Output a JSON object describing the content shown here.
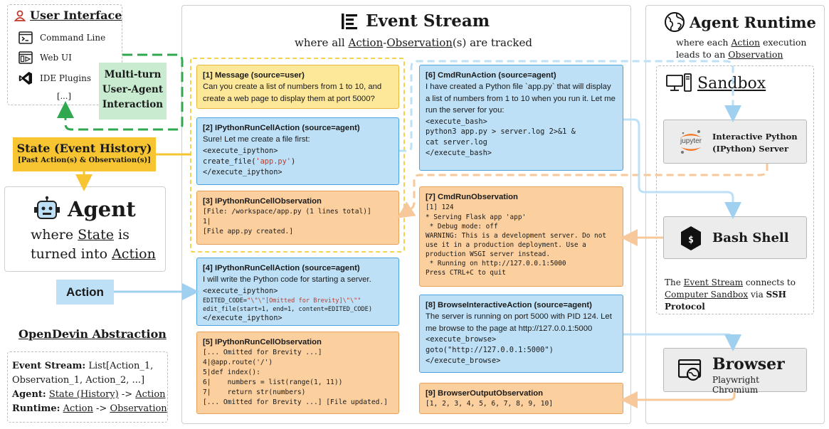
{
  "user_interface": {
    "title": "User Interface",
    "items": [
      {
        "icon": "terminal-icon",
        "label": "Command Line"
      },
      {
        "icon": "web-ui-icon",
        "label": "Web UI"
      },
      {
        "icon": "vscode-icon",
        "label": "IDE Plugins"
      }
    ],
    "more": "[...]"
  },
  "multi_turn": {
    "line1": "Multi-turn",
    "line2": "User-Agent",
    "line3": "Interaction"
  },
  "state": {
    "title": "State (Event History)",
    "subtitle": "[Past Action(s) & Observation(s)]"
  },
  "agent": {
    "title": "Agent",
    "line1_a": "where ",
    "line1_b": "State",
    "line1_c": " is",
    "line2_a": "turned into ",
    "line2_b": "Action"
  },
  "action_label": "Action",
  "abstraction": {
    "title": "OpenDevin Abstraction",
    "l1_key": "Event Stream:",
    "l1_val": " List[Action_1,",
    "l2": "Observation_1, Action_2, ...]",
    "l3_key": "Agent:",
    "l3_a": "State (History)",
    "l3_b": " -> ",
    "l3_c": "Action",
    "l4_key": "Runtime:",
    "l4_a": "Action",
    "l4_b": " -> ",
    "l4_c": "Observation"
  },
  "event_stream": {
    "title": "Event Stream",
    "sub_a": "where all ",
    "sub_b": "Action",
    "sub_c": "-",
    "sub_d": "Observation",
    "sub_e": "(s) are tracked"
  },
  "events": {
    "e1": {
      "title": "[1] Message (source=user)",
      "text": "Can you create a list of numbers from 1 to 10, and create a web page to display them at port 5000?"
    },
    "e2": {
      "title": "[2] IPythonRunCellAction (source=agent)",
      "text": "Sure! Let me create a file first:",
      "c1": "<execute_ipython>",
      "c2a": "create_file(",
      "c2b": "'app.py'",
      "c2c": ")",
      "c3": "</execute_ipython>"
    },
    "e3": {
      "title": "[3] IPythonRunCellObservation",
      "c1": "[File: /workspace/app.py (1 lines total)]",
      "c2": "1|",
      "c3": "[File app.py created.]"
    },
    "e4": {
      "title": "[4] IPythonRunCellAction (source=agent)",
      "text": "I will write the Python code for starting a server.",
      "c1": "<execute_ipython>",
      "c2a": "EDITED_CODE=",
      "c2b": "\"\\\"\\\"[Omitted for Brevity]\\\"\\\"\"",
      "c3": "edit_file(start=1, end=1, content=EDITED_CODE)",
      "c4": "</execute_ipython>"
    },
    "e5": {
      "title": "[5] IPythonRunCellObservation",
      "c1": "[... Omitted for Brevity ...]",
      "c2": "4|@app.route('/')",
      "c3": "5|def index():",
      "c4": "6|    numbers = list(range(1, 11))",
      "c5": "7|    return str(numbers)",
      "c6": "[... Omitted for Brevity ...] [File updated.]"
    },
    "e6": {
      "title": "[6] CmdRunAction (source=agent)",
      "text": "I have created a Python file `app.py` that will display a list of numbers from 1 to 10 when you run it. Let me run the server for you:",
      "c1": "<execute_bash>",
      "c2": "python3 app.py > server.log 2>&1 &",
      "c3": "cat server.log",
      "c4": "</execute_bash>"
    },
    "e7": {
      "title": "[7] CmdRunObservation",
      "c1": "[1] 124",
      "c2": "* Serving Flask app 'app'",
      "c3": " * Debug mode: off",
      "c4": "WARNING: This is a development server. Do not",
      "c5": "use it in a production deployment. Use a",
      "c6": "production WSGI server instead.",
      "c7": " * Running on http://127.0.0.1:5000",
      "c8": "Press CTRL+C to quit"
    },
    "e8": {
      "title": "[8] BrowseInteractiveAction (source=agent)",
      "text": "The server is running on port 5000 with PID 124. Let me browse to the page at http://127.0.0.1:5000",
      "c1": "<execute_browse>",
      "c2": "goto(\"http://127.0.0.1:5000\")",
      "c3": "</execute_browse>"
    },
    "e9": {
      "title": "[9] BrowserOutputObservation",
      "c1": "[1, 2, 3, 4, 5, 6, 7, 8, 9, 10]"
    }
  },
  "runtime": {
    "title": "Agent Runtime",
    "sub_a": "where each ",
    "sub_b": "Action",
    "sub_c": " execution",
    "sub2_a": "leads to an ",
    "sub2_b": "Observation",
    "sandbox": "Sandbox",
    "jupyter_word": "jupyter",
    "ipython_l1": "Interactive Python",
    "ipython_l2": "(IPython) Server",
    "bash": "Bash Shell",
    "note_a": "The ",
    "note_b": "Event Stream",
    "note_c": " connects to",
    "note_d": "Computer Sandbox",
    "note_e": " via ",
    "note_f": "SSH Protocol",
    "browser": "Browser",
    "browser_sub": "Playwright Chromium"
  },
  "colors": {
    "yellow": "#fde89a",
    "blue": "#bde0f6",
    "orange": "#fbcf9e",
    "green": "#2fa84f",
    "state_gold": "#f7c531",
    "action_blue": "#bde0f6"
  }
}
